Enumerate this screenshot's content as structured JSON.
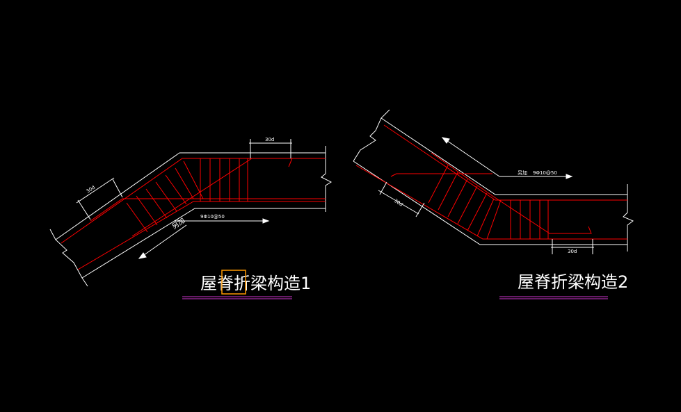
{
  "drawing_1": {
    "title": "屋脊折梁构造1",
    "dim_text_top": "30d",
    "dim_text_slope": "30d",
    "rebar_note": "9Φ10@50",
    "rebar_note_prefix": "另加"
  },
  "drawing_2": {
    "title": "屋脊折梁构造2",
    "dim_text_bottom": "30d",
    "dim_text_slope": "30d",
    "rebar_note": "9Φ10@50",
    "rebar_note_prefix": "另加"
  },
  "colors": {
    "background": "#000000",
    "outline": "#ffffff",
    "rebar": "#ff0000",
    "underline": "#cc33cc",
    "selection_box": "#ff9900"
  }
}
